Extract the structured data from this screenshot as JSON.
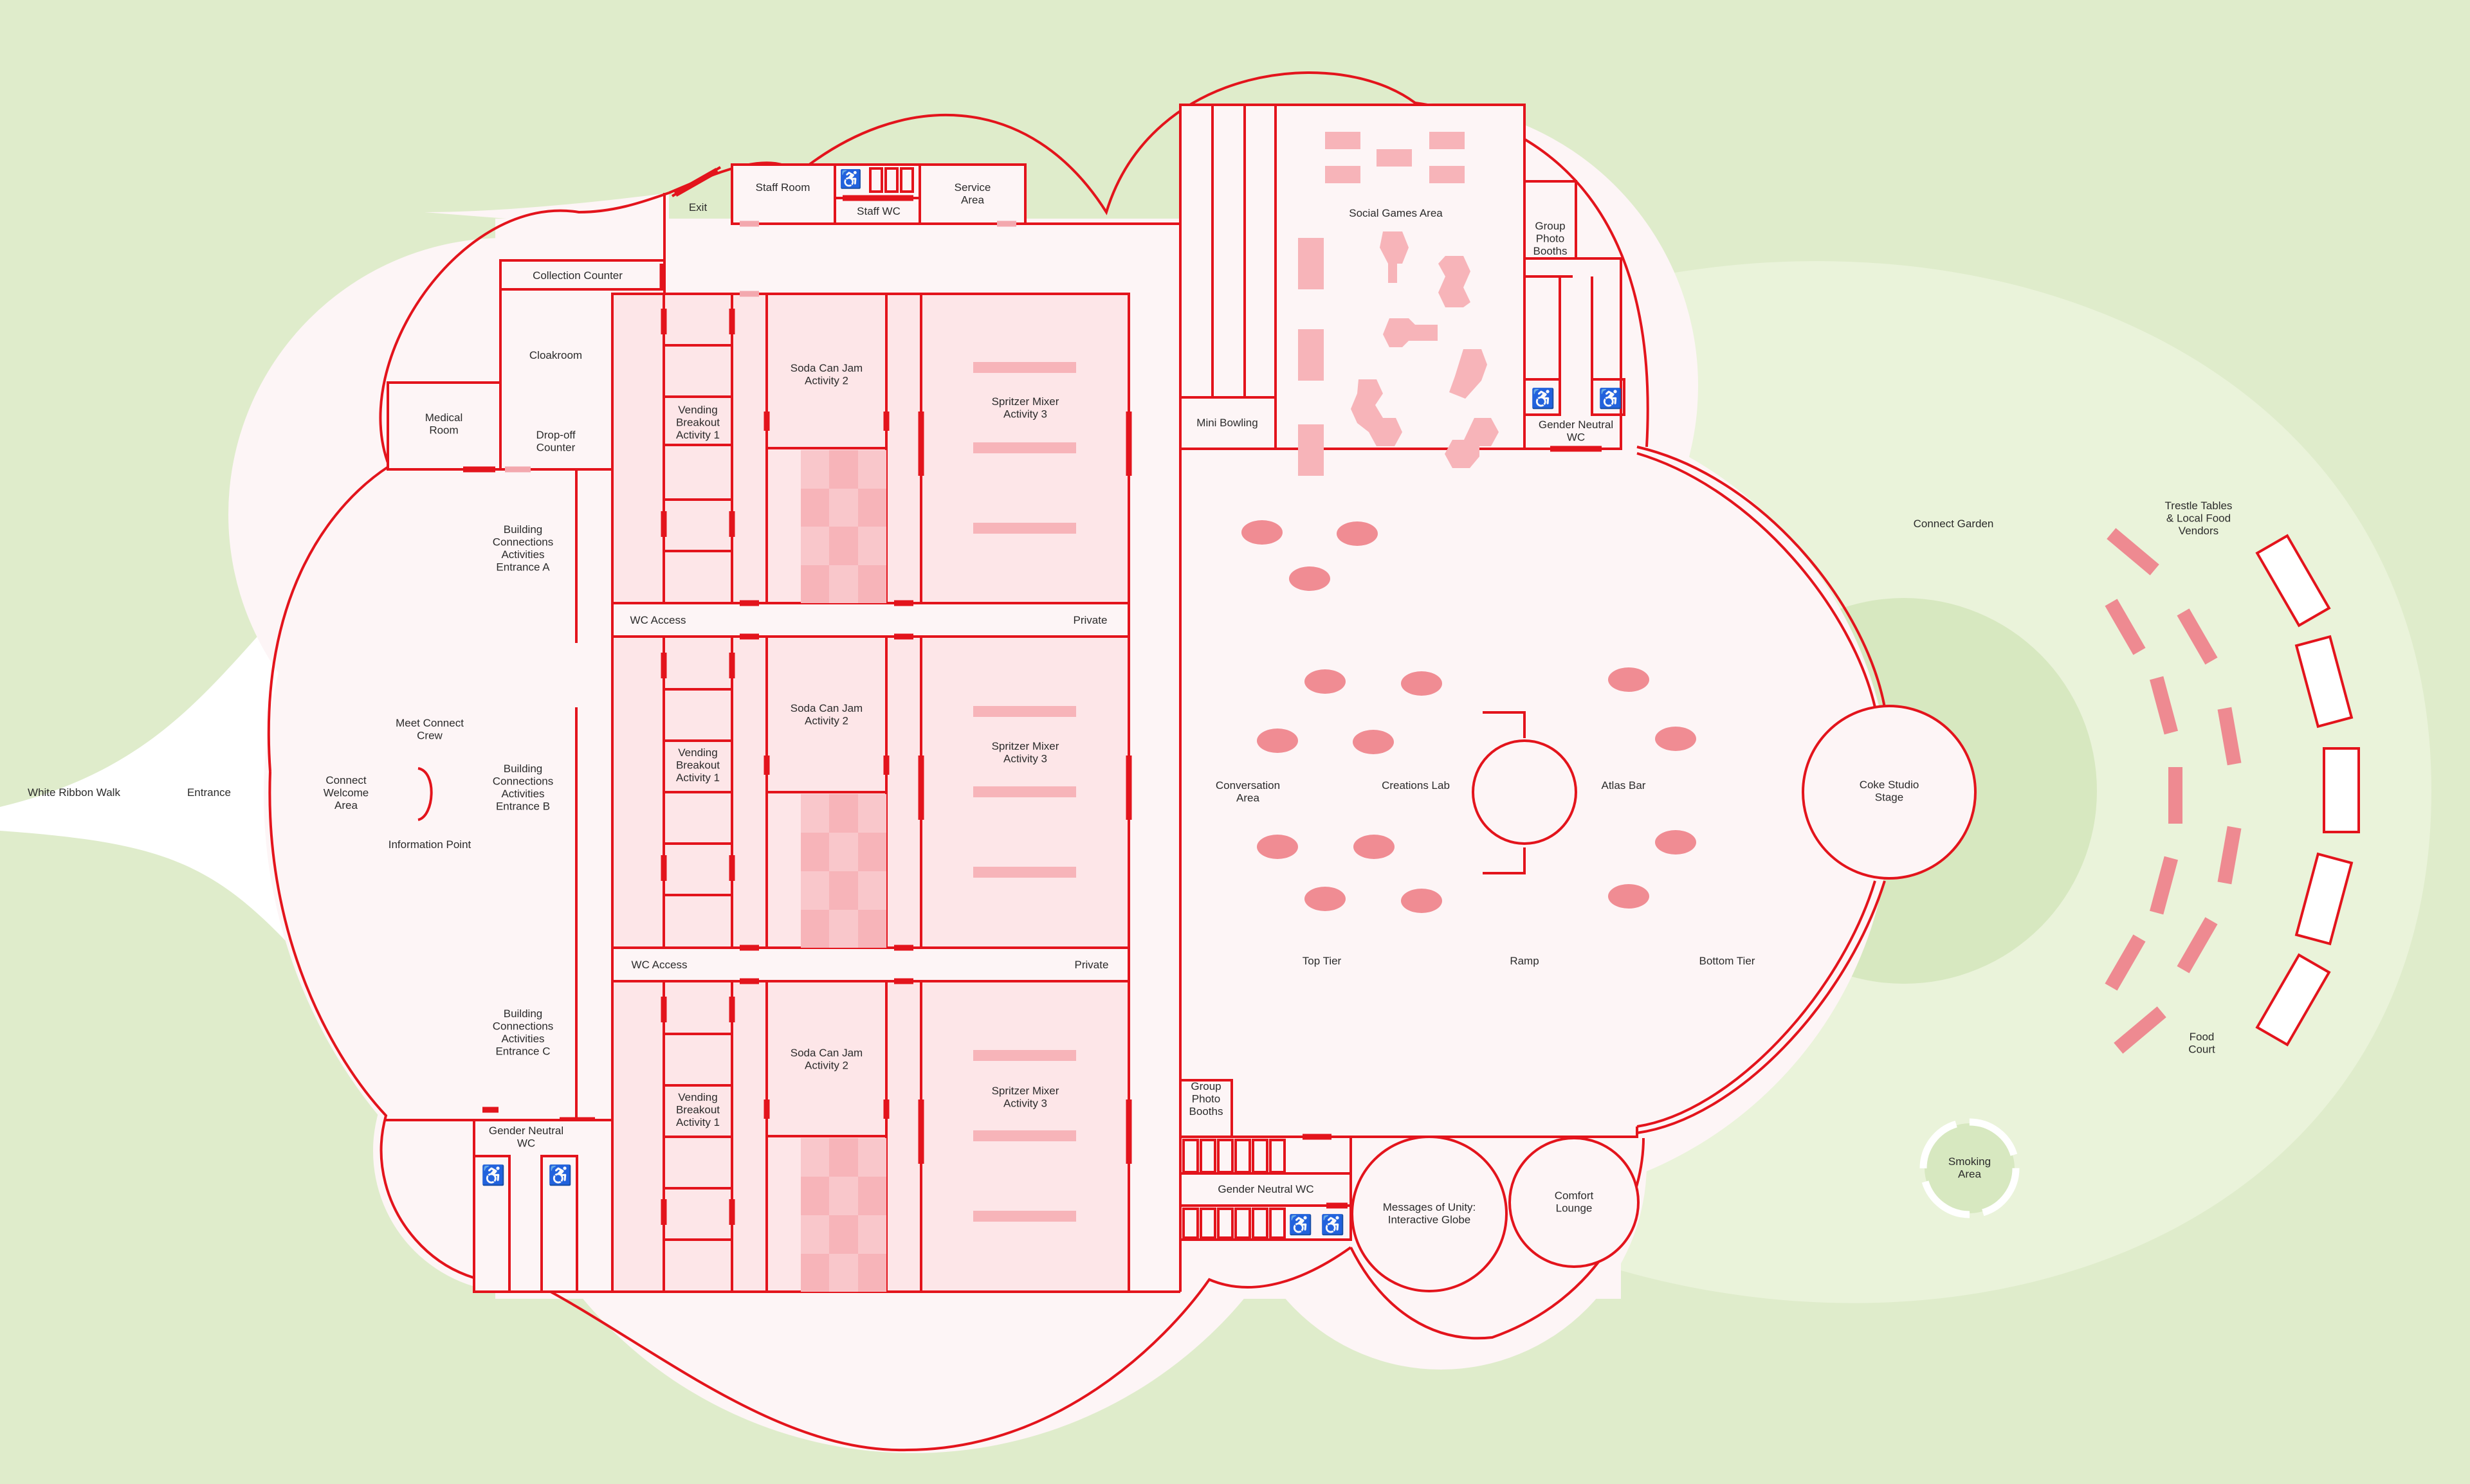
{
  "colors": {
    "background": "#dfeccb",
    "garden_light": "#eaf3da",
    "garden_mid": "#d7e8c0",
    "floor": "#fdf5f6",
    "room_fill": "#fde6e8",
    "wall": "#e3141c",
    "accent_light": "#f7b4b9",
    "accent_mid": "#f08c93"
  },
  "outside": {
    "walk": "White Ribbon Walk",
    "garden": "Connect Garden",
    "vendors": "Trestle Tables\n& Local Food\nVendors",
    "food_court": "Food\nCourt",
    "smoking": "Smoking\nArea"
  },
  "west": {
    "entrance": "Entrance",
    "welcome": "Connect\nWelcome\nArea",
    "crew": "Meet Connect\nCrew",
    "info": "Information Point",
    "entrance_a": "Building\nConnections\nActivities\nEntrance A",
    "entrance_b": "Building\nConnections\nActivities\nEntrance B",
    "entrance_c": "Building\nConnections\nActivities\nEntrance C",
    "medical": "Medical\nRoom",
    "cloakroom": "Cloakroom",
    "collection": "Collection Counter",
    "dropoff": "Drop-off\nCounter",
    "exit": "Exit",
    "staff_room": "Staff Room",
    "staff_wc": "Staff WC",
    "service": "Service\nArea",
    "gn_wc_sw": "Gender Neutral\nWC"
  },
  "blocks": [
    {
      "vending": "Vending\nBreakout\nActivity 1",
      "soda": "Soda Can Jam\nActivity 2",
      "spritzer": "Spritzer Mixer\nActivity 3"
    },
    {
      "vending": "Vending\nBreakout\nActivity 1",
      "soda": "Soda Can Jam\nActivity 2",
      "spritzer": "Spritzer Mixer\nActivity 3"
    },
    {
      "vending": "Vending\nBreakout\nActivity 1",
      "soda": "Soda Can Jam\nActivity 2",
      "spritzer": "Spritzer Mixer\nActivity 3"
    }
  ],
  "corridors": [
    {
      "left": "WC Access",
      "right": "Private"
    },
    {
      "left": "WC Access",
      "right": "Private"
    }
  ],
  "east": {
    "mini_bowling": "Mini Bowling",
    "social_games": "Social Games Area",
    "photo_ne": "Group\nPhoto\nBooths",
    "gn_wc_ne": "Gender Neutral\nWC",
    "conversation": "Conversation\nArea",
    "creations": "Creations Lab",
    "atlas": "Atlas Bar",
    "top_tier": "Top Tier",
    "ramp": "Ramp",
    "bottom_tier": "Bottom Tier",
    "stage": "Coke Studio\nStage",
    "photo_se": "Group\nPhoto\nBooths",
    "gn_wc_s": "Gender Neutral WC",
    "globe": "Messages of Unity:\nInteractive Globe",
    "comfort": "Comfort\nLounge"
  }
}
